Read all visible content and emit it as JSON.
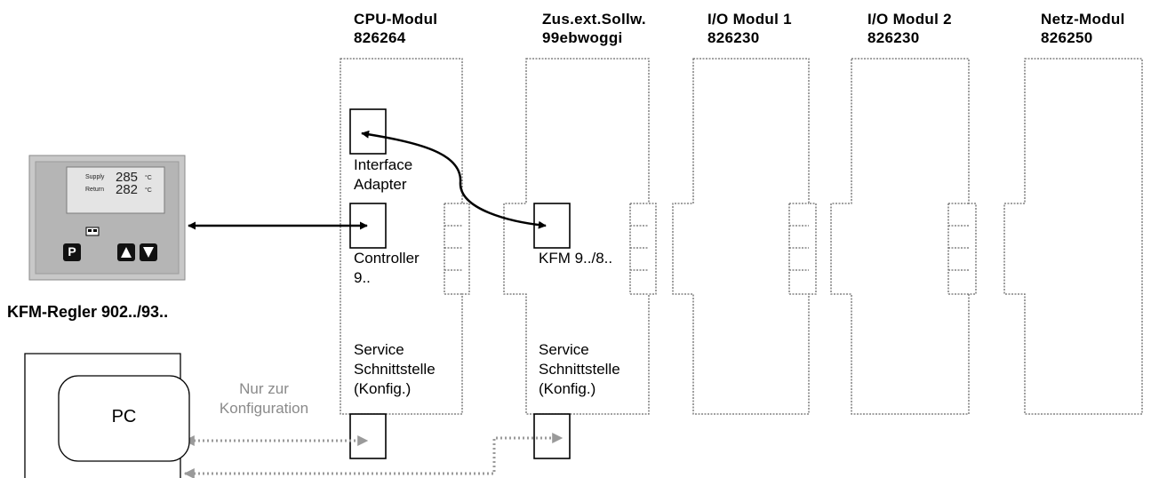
{
  "modules": [
    {
      "name": "CPU-Modul",
      "code": "826264"
    },
    {
      "name": "Zus.ext.Sollw.",
      "code": "99ebwoggi"
    },
    {
      "name": "I/O Modul 1",
      "code": "826230"
    },
    {
      "name": "I/O Modul 2",
      "code": "826230"
    },
    {
      "name": "Netz-Modul",
      "code": "826250"
    }
  ],
  "cpu_module": {
    "interface_label_1": "Interface",
    "interface_label_2": "Adapter",
    "controller_label_1": "Controller",
    "controller_label_2": "9..",
    "service_label_1": "Service",
    "service_label_2": "Schnittstelle",
    "service_label_3": "(Konfig.)"
  },
  "setpoint_module": {
    "kfm_label": "KFM 9../8..",
    "service_label_1": "Service",
    "service_label_2": "Schnittstelle",
    "service_label_3": "(Konfig.)"
  },
  "regler": {
    "caption": "KFM-Regler 902../93..",
    "row1_label": "Supply",
    "row1_value": "285",
    "row1_unit": "°C",
    "row2_label": "Return",
    "row2_value": "282",
    "row2_unit": "°C",
    "p_key": "P"
  },
  "pc": {
    "label": "PC",
    "note_1": "Nur zur",
    "note_2": "Konfiguration"
  }
}
